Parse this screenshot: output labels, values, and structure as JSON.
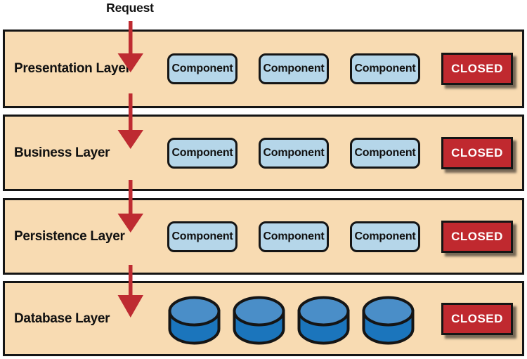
{
  "diagram": {
    "request_label": "Request",
    "layers": [
      {
        "name": "Presentation Layer",
        "components": [
          "Component",
          "Component",
          "Component"
        ],
        "status": "CLOSED"
      },
      {
        "name": "Business Layer",
        "components": [
          "Component",
          "Component",
          "Component"
        ],
        "status": "CLOSED"
      },
      {
        "name": "Persistence Layer",
        "components": [
          "Component",
          "Component",
          "Component"
        ],
        "status": "CLOSED"
      },
      {
        "name": "Database Layer",
        "databases": [
          "database-cylinder",
          "database-cylinder",
          "database-cylinder",
          "database-cylinder"
        ],
        "status": "CLOSED"
      }
    ],
    "colors": {
      "layer_bg": "#F8DBB2",
      "component_bg": "#B5D6E9",
      "closed_bg": "#C0292F",
      "arrow": "#BE2B31",
      "cylinder_top": "#4A8EC8",
      "cylinder_body": "#1B75BC",
      "border": "#151515",
      "closed_text": "#FFFFFF"
    }
  }
}
